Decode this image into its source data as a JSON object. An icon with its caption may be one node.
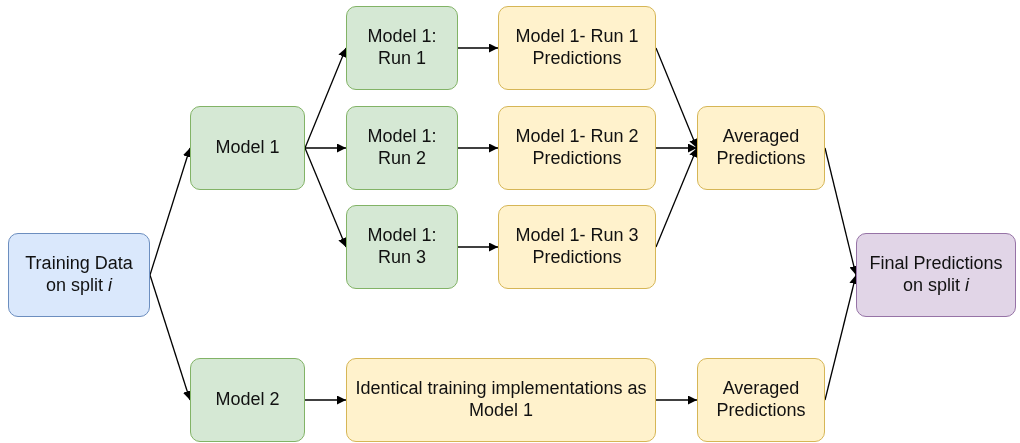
{
  "diagram": {
    "nodes": [
      {
        "text": [
          "Training Data on split *i*"
        ]
      },
      {
        "text": [
          "Model 1"
        ]
      },
      {
        "text": [
          "Model 1: Run 1"
        ]
      },
      {
        "text": [
          "Model 1: Run 2"
        ]
      },
      {
        "text": [
          "Model 1: Run 3"
        ]
      },
      {
        "text": [
          "Model 1- Run 1 Predictions"
        ]
      },
      {
        "text": [
          "Model 1- Run 2 Predictions"
        ]
      },
      {
        "text": [
          "Model 1- Run 3 Predictions"
        ]
      },
      {
        "text": [
          "Averaged Predictions"
        ]
      },
      {
        "text": [
          "Final Predictions on split *i*"
        ]
      },
      {
        "text": [
          "Model 2"
        ]
      },
      {
        "text": [
          "Identical training implementations as Model 1"
        ]
      },
      {
        "text": [
          "Averaged Predictions"
        ]
      }
    ],
    "edges": [
      {
        "from": 0,
        "to": 1,
        "arrow": "to"
      },
      {
        "from": 0,
        "to": 10,
        "arrow": "to"
      },
      {
        "from": 1,
        "to": 2,
        "arrow": "to"
      },
      {
        "from": 1,
        "to": 3,
        "arrow": "to"
      },
      {
        "from": 1,
        "to": 4,
        "arrow": "to"
      },
      {
        "from": 2,
        "to": 5,
        "arrow": "to"
      },
      {
        "from": 3,
        "to": 6,
        "arrow": "to"
      },
      {
        "from": 4,
        "to": 7,
        "arrow": "to"
      },
      {
        "from": 5,
        "to": 8,
        "arrow": "to"
      },
      {
        "from": 6,
        "to": 8,
        "arrow": "to"
      },
      {
        "from": 7,
        "to": 8,
        "arrow": "to"
      },
      {
        "from": 8,
        "to": 9,
        "arrow": "to"
      },
      {
        "from": 10,
        "to": 11,
        "arrow": "to"
      },
      {
        "from": 11,
        "to": 12,
        "arrow": "to"
      },
      {
        "from": 12,
        "to": 9,
        "arrow": "to"
      }
    ]
  }
}
